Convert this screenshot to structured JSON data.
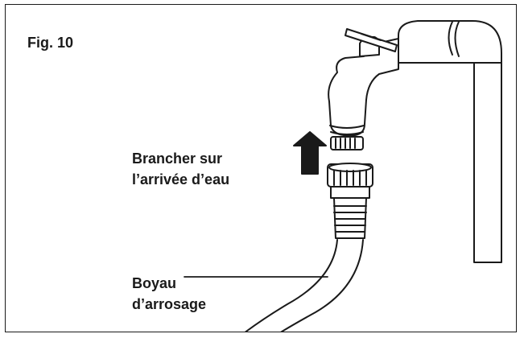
{
  "figure": {
    "label": "Fig. 10"
  },
  "labels": {
    "connect_line1": "Brancher sur",
    "connect_line2": "l’arrivée d’eau",
    "hose_line1": "Boyau",
    "hose_line2": "d’arrosage"
  },
  "icons": {
    "tap": "water-tap-icon",
    "arrow": "up-arrow-icon",
    "hose": "garden-hose-icon"
  },
  "colors": {
    "ink": "#1a1a1a",
    "background": "#ffffff"
  }
}
